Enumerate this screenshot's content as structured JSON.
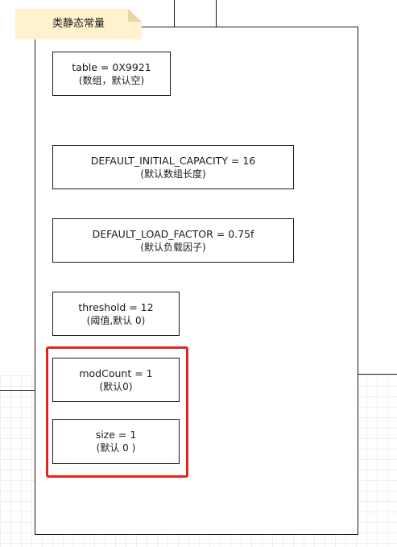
{
  "container": {
    "title": "类静态常量"
  },
  "fields": [
    {
      "name": "table = 0X9921",
      "note": "(数组，默认空)"
    },
    {
      "name": "DEFAULT_INITIAL_CAPACITY = 16",
      "note": "(默认数组长度)"
    },
    {
      "name": "DEFAULT_LOAD_FACTOR = 0.75f",
      "note": "(默认负载因子)"
    },
    {
      "name": "threshold = 12",
      "note": "(阈值,默认 0)"
    },
    {
      "name": "modCount = 1",
      "note": "(默认0)"
    },
    {
      "name": "size = 1",
      "note": "(默认 0 )"
    }
  ],
  "colors": {
    "note_fill": "#fff2cc",
    "note_fold": "#e6d8a4",
    "stroke": "#1a1a1a",
    "highlight": "#e8221c"
  }
}
